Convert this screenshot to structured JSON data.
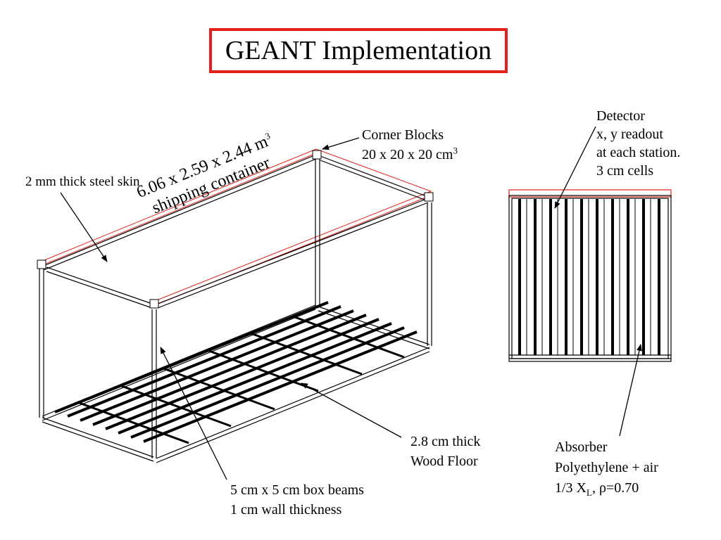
{
  "title": "GEANT Implementation",
  "colors": {
    "title_border": "#e32119",
    "skin_outline": "#e32119",
    "lines": "#000000"
  },
  "labels": {
    "corner_blocks": {
      "line1": "Corner Blocks",
      "line2_text": "20 x 20 x 20 cm",
      "line2_sup": "3"
    },
    "steel_skin": "2 mm thick steel skin",
    "container": {
      "line1_text": "6.06 x 2.59 x 2.44 m",
      "line1_sup": "3",
      "line2": "shipping container"
    },
    "detector": {
      "line1": "Detector",
      "line2": "x, y readout",
      "line3": "at each station.",
      "line4": "3 cm cells"
    },
    "wood_floor": {
      "line1": "2.8 cm thick",
      "line2": "Wood Floor"
    },
    "box_beams": {
      "line1": "5 cm x 5 cm box beams",
      "line2": "1 cm wall thickness"
    },
    "absorber": {
      "line1": "Absorber",
      "line2": "Polyethylene + air",
      "line3_pre": "1/3 X",
      "line3_sub": "L",
      "line3_post": ", ρ=0.70"
    }
  }
}
